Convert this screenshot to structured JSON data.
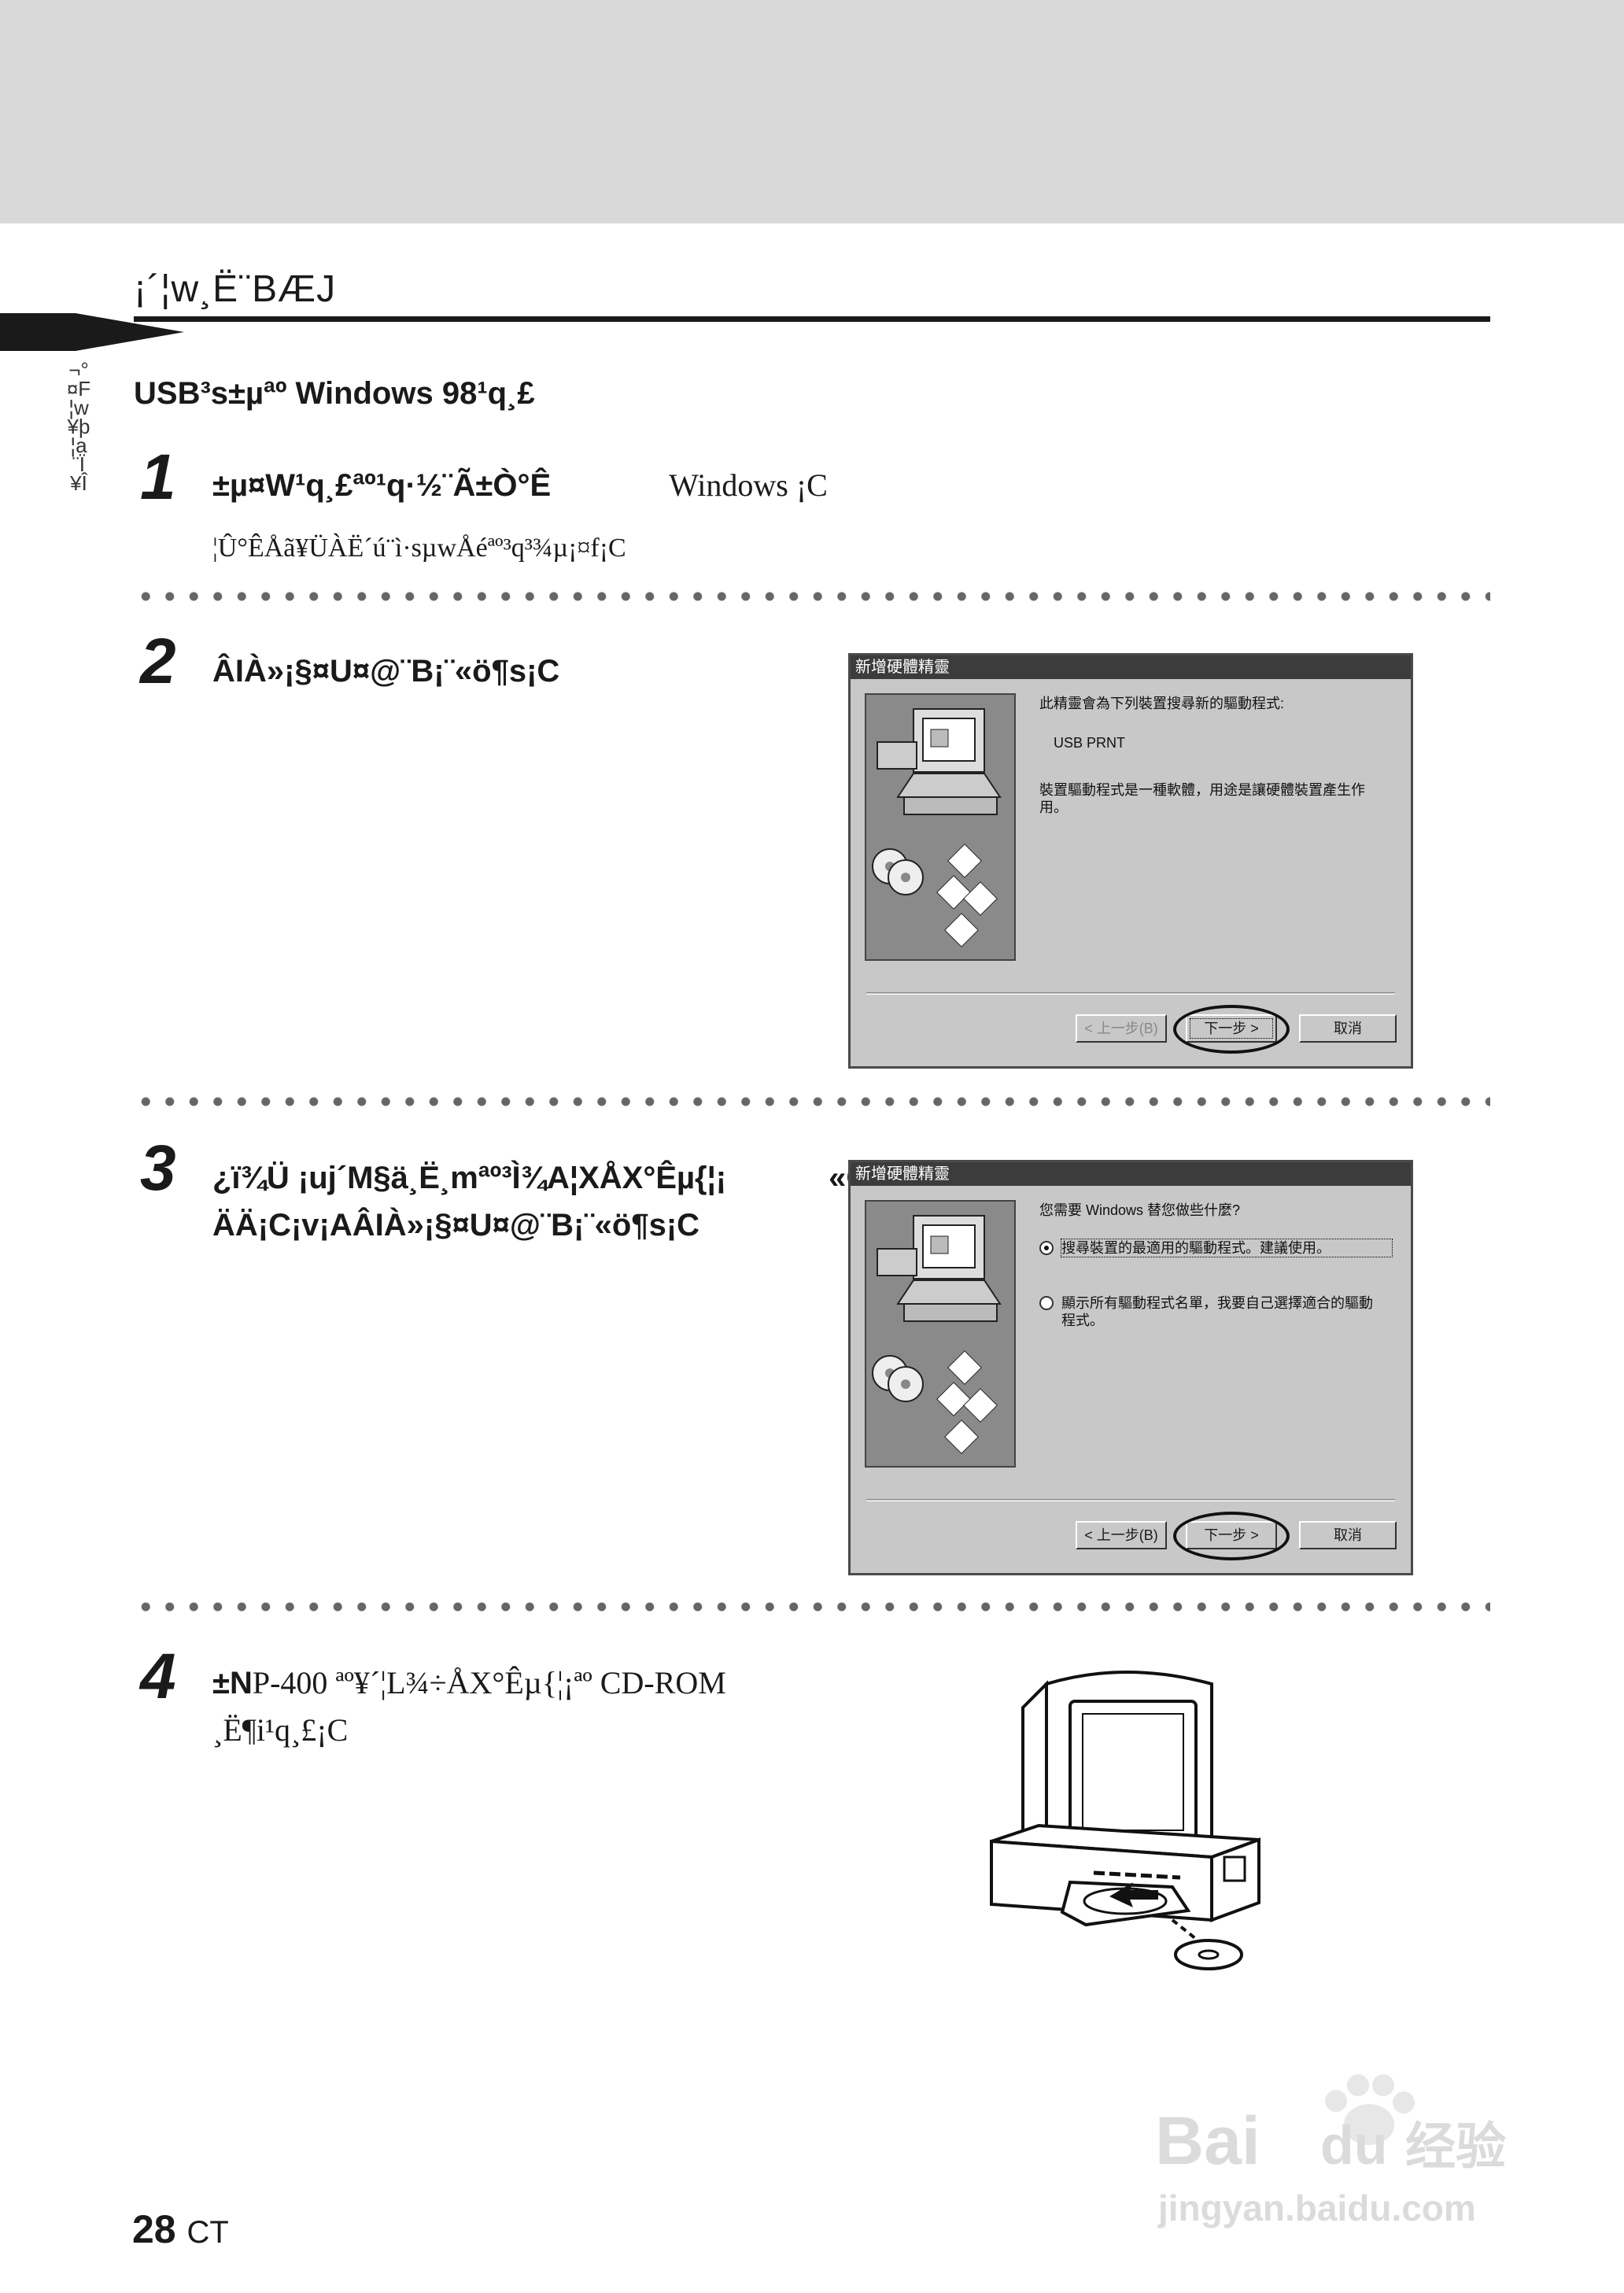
{
  "page": {
    "section_heading": "¡´¦w¸Ë¨BÆJ",
    "side_label": [
      "¬°",
      "¤F",
      "¦w",
      "¥þ",
      "¦a",
      "¨Ï",
      "¥Î"
    ],
    "sub_heading": "USB³s±µªº Windows 98¹q¸£",
    "page_number": "28",
    "page_suffix": "CT"
  },
  "steps": [
    {
      "number": "1",
      "line1_bold": "±µ¤W¹q¸£ªº¹q·½¨Ã±Ò°Ê",
      "line1_tail": "Windows ¡C",
      "note": "¦Û°ÊÅã¥ÜÀË´ú¨ì·sµwÅéªº³q³¾µ¡¤f¡C"
    },
    {
      "number": "2",
      "line1_bold": "ÂIÀ»¡§¤U¤@¨B¡¨«ö¶s¡C"
    },
    {
      "number": "3",
      "line1_bold": "¿ï¾Ü ¡uj´M§ä¸Ë¸mªº³Ì¾A¦XÅX°Êµ{¦¡",
      "line1_tail": "«Ø",
      "line2_bold": "ÄÄ¡C¡v¡AÂIÀ»¡§¤U¤@¨B¡¨«ö¶s¡C"
    },
    {
      "number": "4",
      "line1_bold": "±N",
      "line1_tail": "P-400 ªº¥´¦L¾÷ÅX°Êµ{¦¡ªº CD-ROM",
      "line2": "¸Ë¶i¹q¸£¡C"
    }
  ],
  "dialog1": {
    "title": "新增硬體精靈",
    "text1": "此精靈會為下列裝置搜尋新的驅動程式:",
    "device": "USB PRNT",
    "text2": "裝置驅動程式是一種軟體，用途是讓硬體裝置產生作用。",
    "back": "< 上一步(B)",
    "next": "下一步 >",
    "cancel": "取消"
  },
  "dialog2": {
    "title": "新增硬體精靈",
    "question": "您需要 Windows 替您做些什麼?",
    "option1": "搜尋裝置的最適用的驅動程式。建議使用。",
    "option2": "顯示所有驅動程式名單，我要自己選擇適合的驅動程式。",
    "back": "< 上一步(B)",
    "next": "下一步 >",
    "cancel": "取消"
  },
  "watermark": {
    "brand_latin": "Bai",
    "brand_du": "du",
    "brand_cn": "经验",
    "url": "jingyan.baidu.com"
  }
}
